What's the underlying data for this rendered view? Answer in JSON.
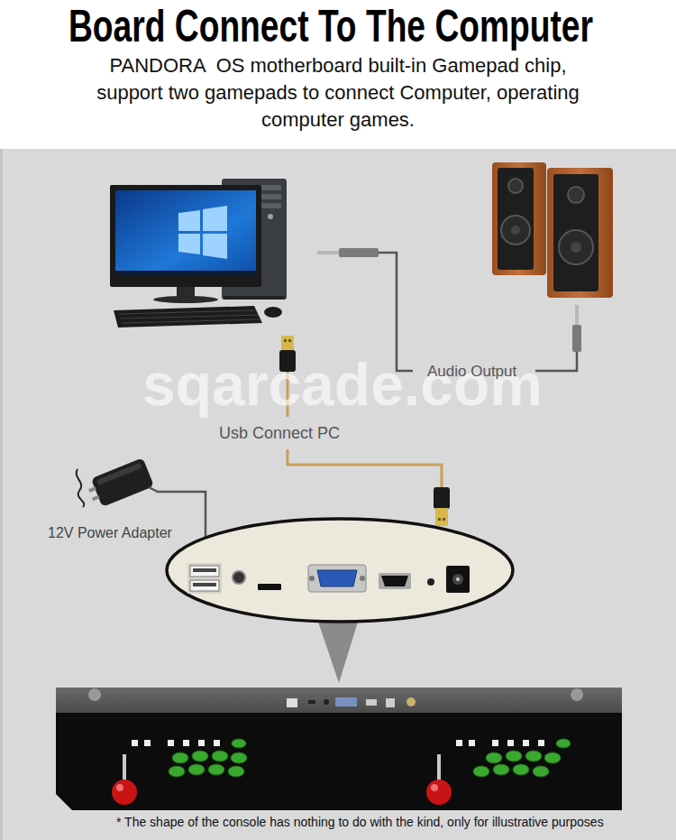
{
  "diagram": {
    "title": "Board Connect To The Computer",
    "caption": "* The shape of the console has nothing to do with the kind, only for illustrative purposes",
    "labels": [
      "PANDORA  OS motherboard built-in Gamepad chip, support two gamepads to connect Computer, operating computer games.",
      "Audio Output",
      "sqarcade.com",
      "Usb Connect PC",
      "12V Power Adapter"
    ]
  }
}
